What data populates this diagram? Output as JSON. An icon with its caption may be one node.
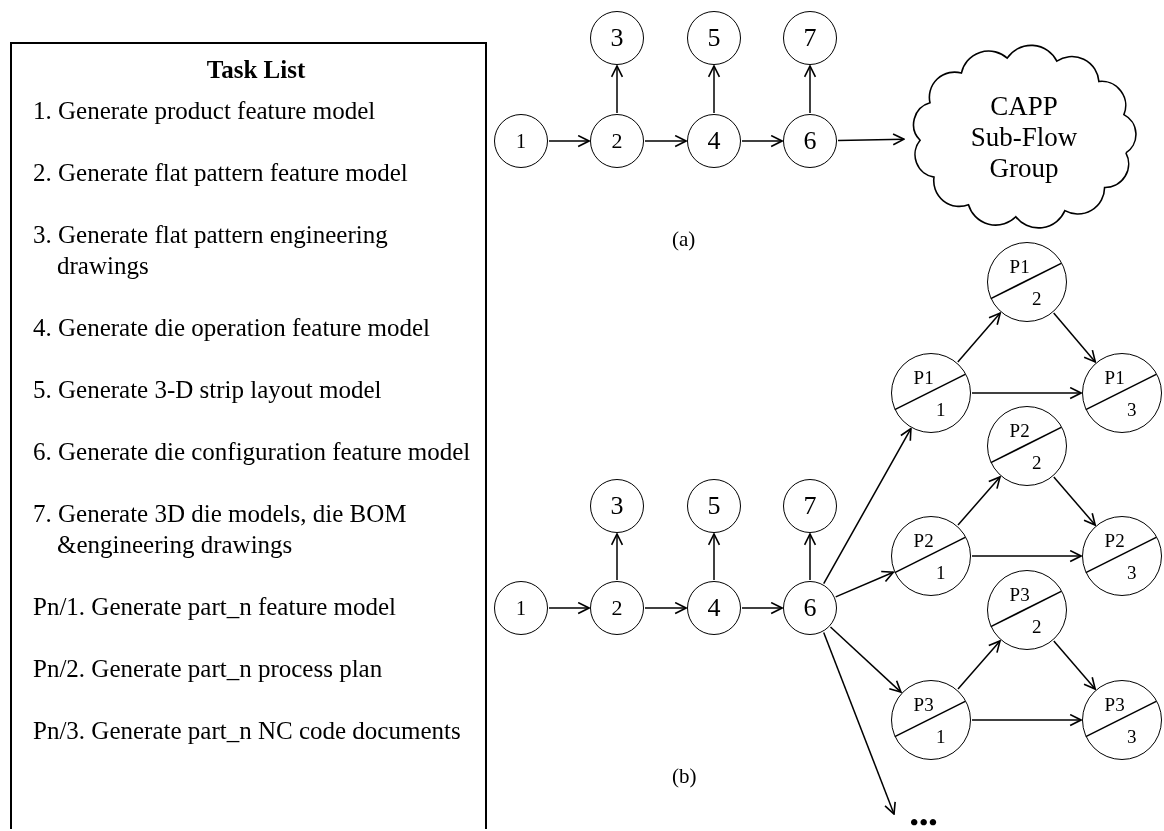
{
  "diagram": {
    "nodes": [
      {
        "text": [
          "Task List",
          "1. Generate product feature model",
          "2. Generate flat pattern feature model",
          "3. Generate flat pattern engineering drawings",
          "4. Generate die operation feature model",
          "5. Generate 3-D strip layout model",
          "6. Generate die configuration feature model",
          "7. Generate 3D die models, die BOM &engineering drawings",
          "Pn/1. Generate part_n feature model",
          "Pn/2. Generate part_n process plan",
          "Pn/3. Generate part_n NC code documents"
        ]
      },
      {
        "text": [
          "1"
        ]
      },
      {
        "text": [
          "2"
        ]
      },
      {
        "text": [
          "3"
        ]
      },
      {
        "text": [
          "4"
        ]
      },
      {
        "text": [
          "5"
        ]
      },
      {
        "text": [
          "6"
        ]
      },
      {
        "text": [
          "7"
        ]
      },
      {
        "text": [
          "CAPP Sub-Flow Group"
        ]
      },
      {
        "text": [
          "1"
        ]
      },
      {
        "text": [
          "2"
        ]
      },
      {
        "text": [
          "3"
        ]
      },
      {
        "text": [
          "4"
        ]
      },
      {
        "text": [
          "5"
        ]
      },
      {
        "text": [
          "6"
        ]
      },
      {
        "text": [
          "7"
        ]
      },
      {
        "text": [
          "P1",
          "1"
        ]
      },
      {
        "text": [
          "P1",
          "2"
        ]
      },
      {
        "text": [
          "P1",
          "3"
        ]
      },
      {
        "text": [
          "P2",
          "1"
        ]
      },
      {
        "text": [
          "P2",
          "2"
        ]
      },
      {
        "text": [
          "P2",
          "3"
        ]
      },
      {
        "text": [
          "P3",
          "1"
        ]
      },
      {
        "text": [
          "P3",
          "2"
        ]
      },
      {
        "text": [
          "P3",
          "3"
        ]
      },
      {
        "text": [
          "•••"
        ]
      }
    ],
    "edges": [
      {
        "from": 1,
        "to": 2,
        "arrow": "to"
      },
      {
        "from": 2,
        "to": 3,
        "arrow": "to"
      },
      {
        "from": 2,
        "to": 4,
        "arrow": "to"
      },
      {
        "from": 4,
        "to": 5,
        "arrow": "to"
      },
      {
        "from": 4,
        "to": 6,
        "arrow": "to"
      },
      {
        "from": 6,
        "to": 7,
        "arrow": "to"
      },
      {
        "from": 6,
        "to": 8,
        "arrow": "to"
      },
      {
        "from": 9,
        "to": 10,
        "arrow": "to"
      },
      {
        "from": 10,
        "to": 11,
        "arrow": "to"
      },
      {
        "from": 10,
        "to": 12,
        "arrow": "to"
      },
      {
        "from": 12,
        "to": 13,
        "arrow": "to"
      },
      {
        "from": 12,
        "to": 14,
        "arrow": "to"
      },
      {
        "from": 14,
        "to": 15,
        "arrow": "to"
      },
      {
        "from": 14,
        "to": 16,
        "arrow": "to"
      },
      {
        "from": 14,
        "to": 19,
        "arrow": "to"
      },
      {
        "from": 14,
        "to": 22,
        "arrow": "to"
      },
      {
        "from": 14,
        "to": 25,
        "arrow": "to"
      },
      {
        "from": 16,
        "to": 17,
        "arrow": "to"
      },
      {
        "from": 17,
        "to": 18,
        "arrow": "to"
      },
      {
        "from": 16,
        "to": 18,
        "arrow": "to"
      },
      {
        "from": 19,
        "to": 20,
        "arrow": "to"
      },
      {
        "from": 20,
        "to": 21,
        "arrow": "to"
      },
      {
        "from": 19,
        "to": 21,
        "arrow": "to"
      },
      {
        "from": 22,
        "to": 23,
        "arrow": "to"
      },
      {
        "from": 23,
        "to": 24,
        "arrow": "to"
      },
      {
        "from": 22,
        "to": 24,
        "arrow": "to"
      }
    ],
    "labels": [
      "(a)",
      "(b)"
    ]
  }
}
